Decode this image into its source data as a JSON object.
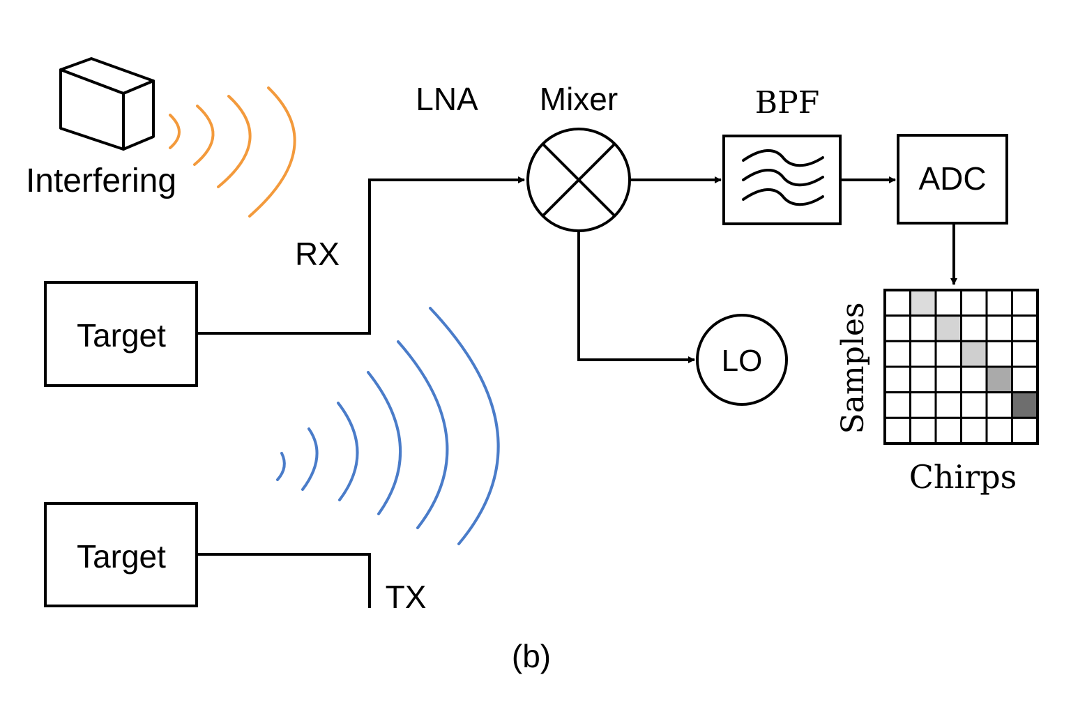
{
  "labels": {
    "interfering": "Interfering",
    "lna": "LNA",
    "mixer": "Mixer",
    "bpf": "BPF",
    "adc": "ADC",
    "rx": "RX",
    "tx": "TX",
    "lo": "LO",
    "target_top": "Target",
    "target_bottom": "Target",
    "samples": "Samples",
    "chirps": "Chirps",
    "caption": "(b)"
  },
  "icons": {
    "interferer": "box-3d-icon",
    "mixer": "mixer-x-circle-icon",
    "filter": "bandpass-wave-icon"
  },
  "colors": {
    "interfering_wave": "#f39a3c",
    "tx_wave": "#4a7cc9",
    "line": "#000000",
    "background": "#ffffff"
  },
  "matrix": {
    "rows": 6,
    "cols": 6,
    "highlighted": [
      {
        "row": 0,
        "col": 1,
        "color": "#dcdcdc"
      },
      {
        "row": 1,
        "col": 2,
        "color": "#d4d4d4"
      },
      {
        "row": 2,
        "col": 3,
        "color": "#cfcfcf"
      },
      {
        "row": 3,
        "col": 4,
        "color": "#aaaaaa"
      },
      {
        "row": 4,
        "col": 5,
        "color": "#6e6e6e"
      }
    ]
  }
}
